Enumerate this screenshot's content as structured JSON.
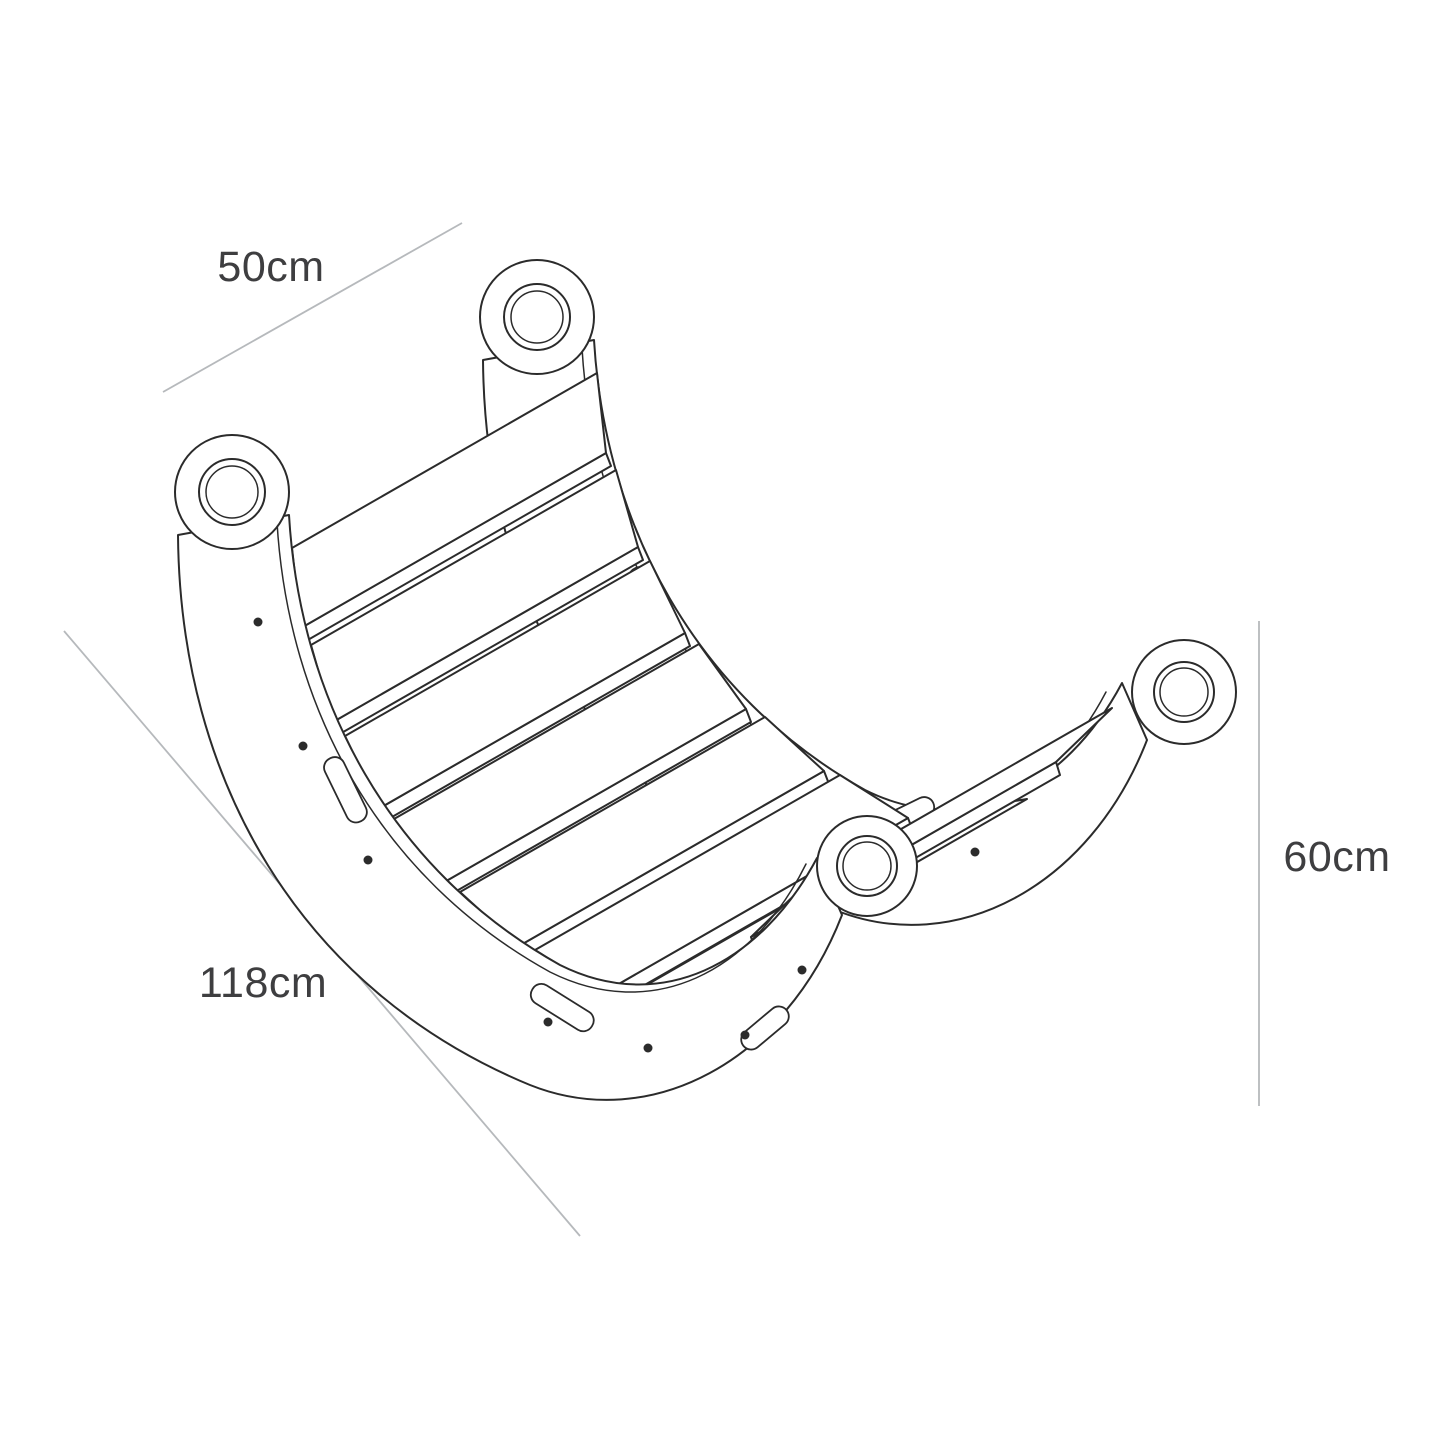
{
  "diagram": {
    "name": "wooden-balance-rocker-dimension-drawing",
    "dimensions": {
      "width": {
        "label": "50cm"
      },
      "length": {
        "label": "118cm"
      },
      "height": {
        "label": "60cm"
      }
    },
    "colors": {
      "outline": "#2b2b2b",
      "dimension_line": "#b6b9bc",
      "label_text": "#3e3e40",
      "background": "#ffffff"
    }
  }
}
